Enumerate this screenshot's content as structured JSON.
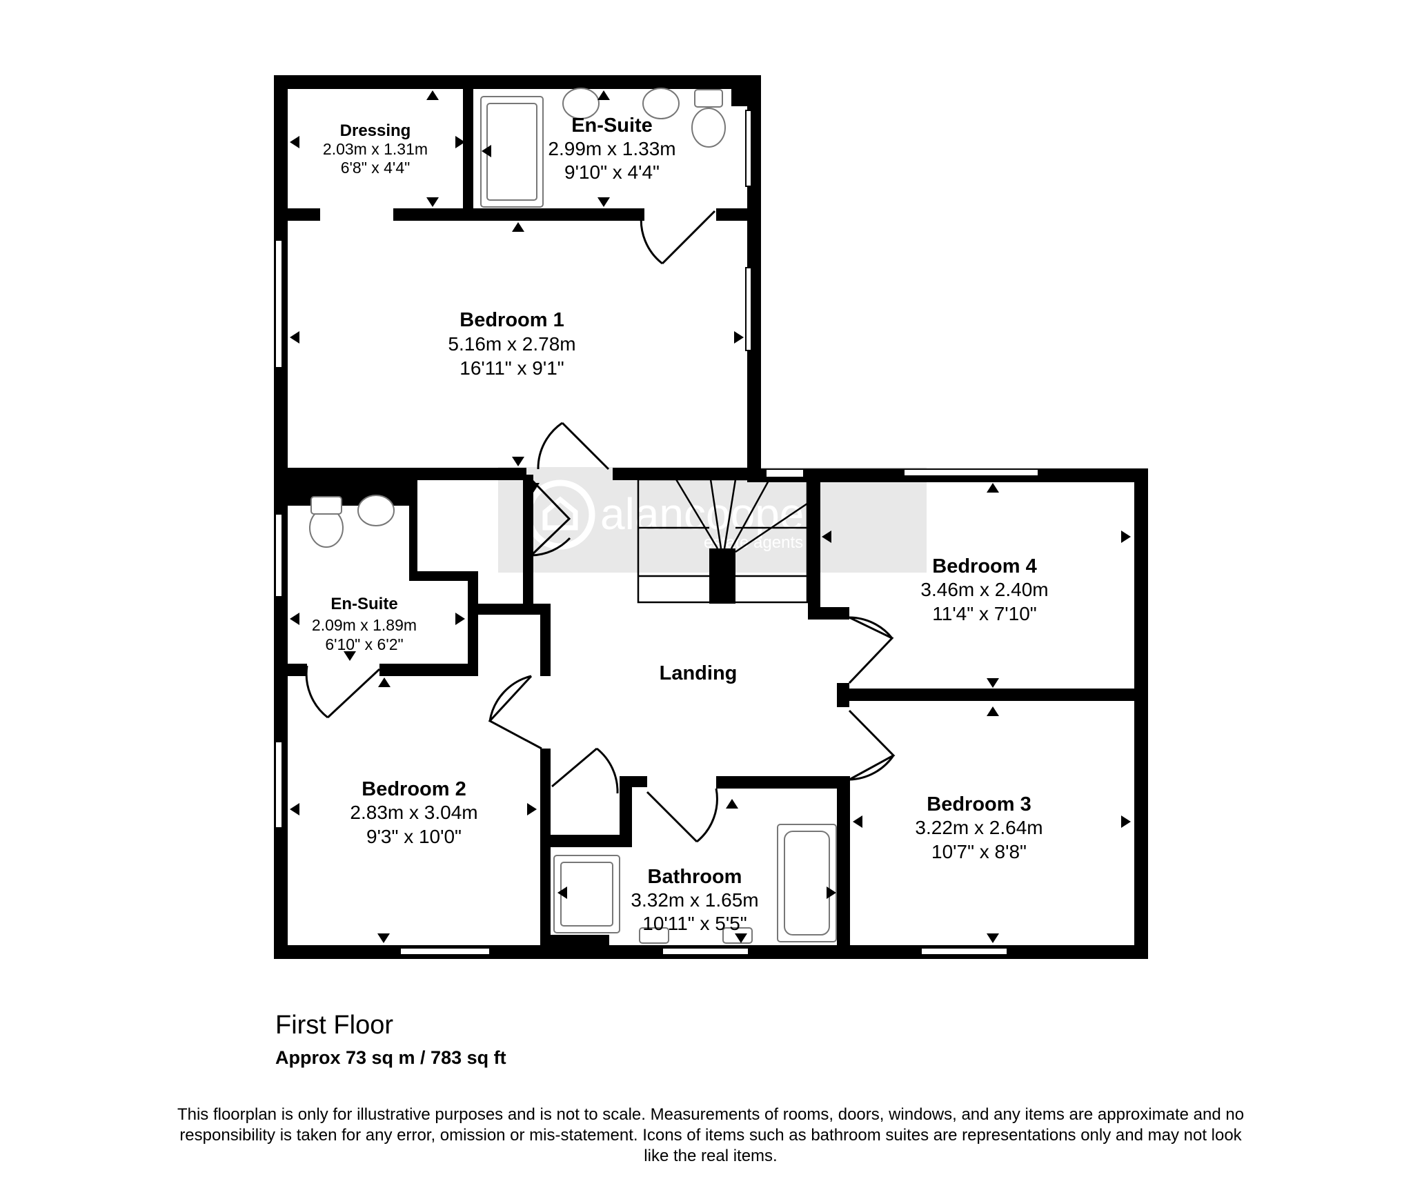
{
  "floorplan": {
    "rooms": [
      {
        "id": "dressing",
        "name": "Dressing",
        "metric": "2.03m x 1.31m",
        "imperial": "6'8\" x 4'4\""
      },
      {
        "id": "ensuite-1",
        "name": "En-Suite",
        "metric": "2.99m x 1.33m",
        "imperial": "9'10\" x 4'4\""
      },
      {
        "id": "bedroom-1",
        "name": "Bedroom 1",
        "metric": "5.16m x 2.78m",
        "imperial": "16'11\" x 9'1\""
      },
      {
        "id": "ensuite-2",
        "name": "En-Suite",
        "metric": "2.09m x 1.89m",
        "imperial": "6'10\" x 6'2\""
      },
      {
        "id": "bedroom-4",
        "name": "Bedroom 4",
        "metric": "3.46m x 2.40m",
        "imperial": "11'4\" x 7'10\""
      },
      {
        "id": "landing",
        "name": "Landing",
        "metric": "",
        "imperial": ""
      },
      {
        "id": "bedroom-2",
        "name": "Bedroom 2",
        "metric": "2.83m x 3.04m",
        "imperial": "9'3\" x 10'0\""
      },
      {
        "id": "bedroom-3",
        "name": "Bedroom 3",
        "metric": "3.22m x 2.64m",
        "imperial": "10'7\" x 8'8\""
      },
      {
        "id": "bathroom",
        "name": "Bathroom",
        "metric": "3.32m x 1.65m",
        "imperial": "10'11\" x 5'5\""
      }
    ],
    "watermark": {
      "brand": "alancooper",
      "tagline": "estate agents"
    }
  },
  "footer": {
    "floor_title": "First Floor",
    "area": "Approx 73 sq m / 783 sq ft",
    "disclaimer": "This floorplan is only for illustrative purposes and is not to scale. Measurements of rooms, doors, windows, and any items are approximate and no responsibility is taken for any error, omission or mis-statement. Icons of items such as bathroom suites are representations only and may not look like the real items."
  },
  "colors": {
    "walls": "#000000",
    "watermark": "#e8e8e8",
    "background": "#ffffff"
  }
}
